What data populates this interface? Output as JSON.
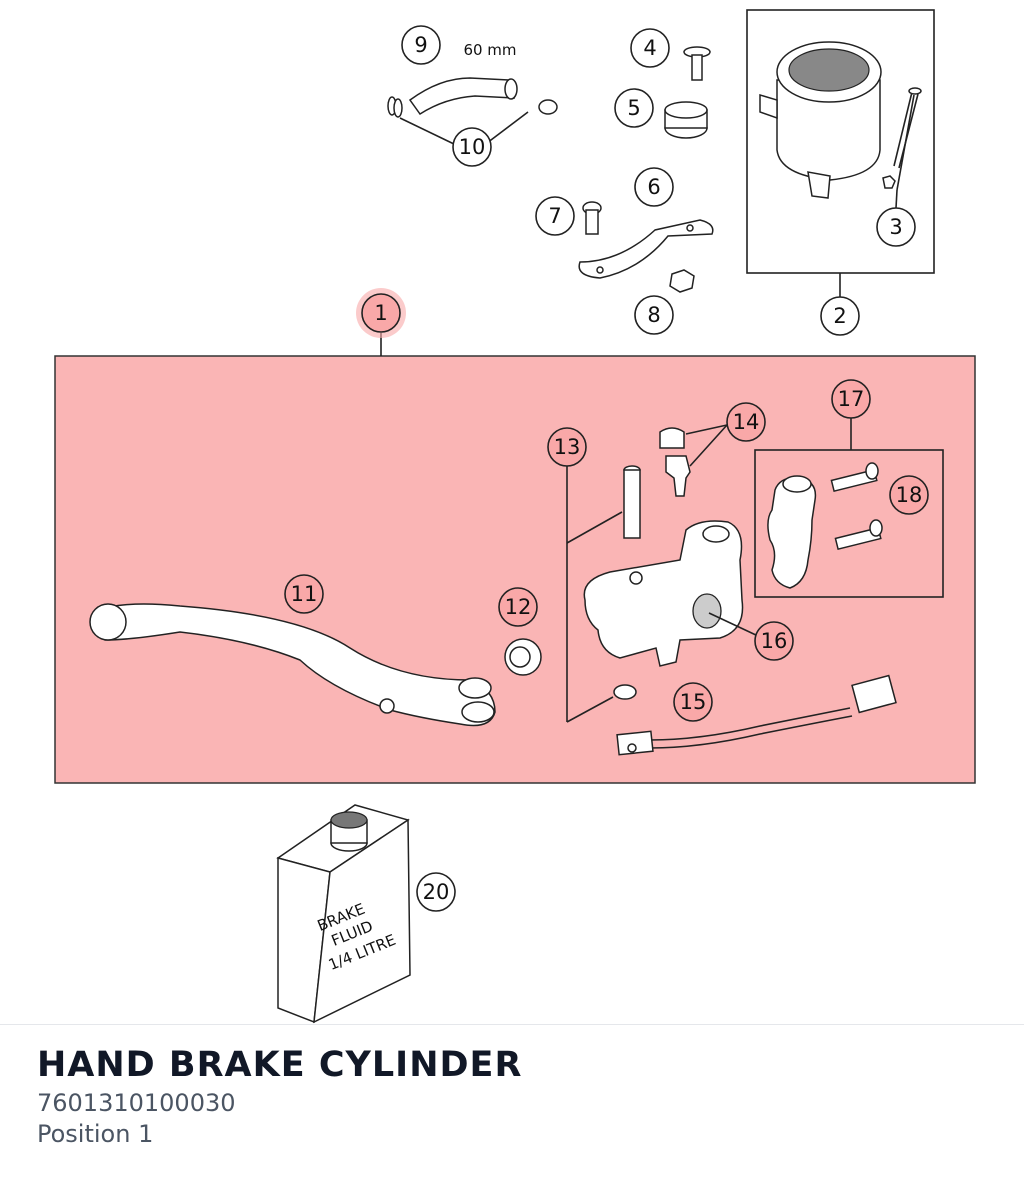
{
  "diagram": {
    "dimension_label": "60 mm",
    "callouts": [
      "1",
      "2",
      "3",
      "4",
      "5",
      "6",
      "7",
      "8",
      "9",
      "10",
      "11",
      "12",
      "13",
      "14",
      "15",
      "16",
      "17",
      "18",
      "20"
    ],
    "highlight_color": "#f9a8a8",
    "container_label": [
      "BRAKE",
      "FLUID",
      "1/4 LITRE"
    ]
  },
  "footer": {
    "title": "HAND BRAKE CYLINDER",
    "part_number": "7601310100030",
    "position": "Position 1"
  }
}
